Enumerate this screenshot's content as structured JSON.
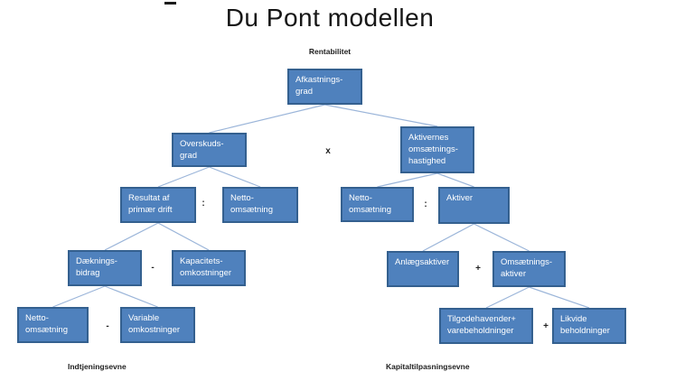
{
  "title": "Du Pont modellen",
  "top_label": "Rentabilitet",
  "bottom_labels": {
    "left": "Indtjeningsevne",
    "right": "Kapitaltilpasningsevne"
  },
  "colors": {
    "box_fill": "#4f81bd",
    "box_border": "#34608f",
    "box_text": "#ffffff",
    "connector": "#9bb5d9",
    "label_text": "#1f1f1f"
  },
  "nodes": [
    {
      "id": "afkastningsgrad",
      "lines": [
        "Afkastnings-",
        "grad"
      ]
    },
    {
      "id": "overskudsgrad",
      "lines": [
        "Overskuds-",
        "grad"
      ]
    },
    {
      "id": "aktivernes-omsaetningshastighed",
      "lines": [
        "Aktivernes",
        "omsætnings-",
        "hastighed"
      ]
    },
    {
      "id": "resultat-af-primaer-drift",
      "lines": [
        "Resultat af",
        "primær drift"
      ]
    },
    {
      "id": "netto-omsaetning-left",
      "lines": [
        "Netto-",
        "omsætning"
      ]
    },
    {
      "id": "netto-omsaetning-right",
      "lines": [
        "Netto-",
        "omsætning"
      ]
    },
    {
      "id": "aktiver",
      "lines": [
        "Aktiver"
      ]
    },
    {
      "id": "daekningsbidrag",
      "lines": [
        "Dæknings-",
        "bidrag"
      ]
    },
    {
      "id": "kapacitetsomkostninger",
      "lines": [
        "Kapacitets-",
        "omkostninger"
      ]
    },
    {
      "id": "netto-omsaetning-bottom",
      "lines": [
        "Netto-",
        "omsætning"
      ]
    },
    {
      "id": "variable-omkostninger",
      "lines": [
        "Variable",
        "omkostninger"
      ]
    },
    {
      "id": "anlaegsaktiver",
      "lines": [
        "Anlægsaktiver"
      ]
    },
    {
      "id": "omsaetningsaktiver",
      "lines": [
        "Omsætnings-",
        "aktiver"
      ]
    },
    {
      "id": "tilgodehavender-varebeholdninger",
      "lines": [
        "Tilgodehavender+",
        "varebeholdninger"
      ]
    },
    {
      "id": "likvide-beholdninger",
      "lines": [
        "Likvide",
        "beholdninger"
      ]
    }
  ],
  "operators": [
    {
      "id": "multiply",
      "symbol": "x"
    },
    {
      "id": "divide-left",
      "symbol": ":"
    },
    {
      "id": "divide-right",
      "symbol": ":"
    },
    {
      "id": "minus-mid",
      "symbol": "-"
    },
    {
      "id": "minus-bottom",
      "symbol": "-"
    },
    {
      "id": "plus-mid",
      "symbol": "+"
    },
    {
      "id": "plus-bottom",
      "symbol": "+"
    }
  ],
  "edges": [
    [
      "afkastningsgrad",
      "overskudsgrad"
    ],
    [
      "afkastningsgrad",
      "aktivernes-omsaetningshastighed"
    ],
    [
      "overskudsgrad",
      "resultat-af-primaer-drift"
    ],
    [
      "overskudsgrad",
      "netto-omsaetning-left"
    ],
    [
      "aktivernes-omsaetningshastighed",
      "netto-omsaetning-right"
    ],
    [
      "aktivernes-omsaetningshastighed",
      "aktiver"
    ],
    [
      "resultat-af-primaer-drift",
      "daekningsbidrag"
    ],
    [
      "resultat-af-primaer-drift",
      "kapacitetsomkostninger"
    ],
    [
      "daekningsbidrag",
      "netto-omsaetning-bottom"
    ],
    [
      "daekningsbidrag",
      "variable-omkostninger"
    ],
    [
      "aktiver",
      "anlaegsaktiver"
    ],
    [
      "aktiver",
      "omsaetningsaktiver"
    ],
    [
      "omsaetningsaktiver",
      "tilgodehavender-varebeholdninger"
    ],
    [
      "omsaetningsaktiver",
      "likvide-beholdninger"
    ]
  ]
}
